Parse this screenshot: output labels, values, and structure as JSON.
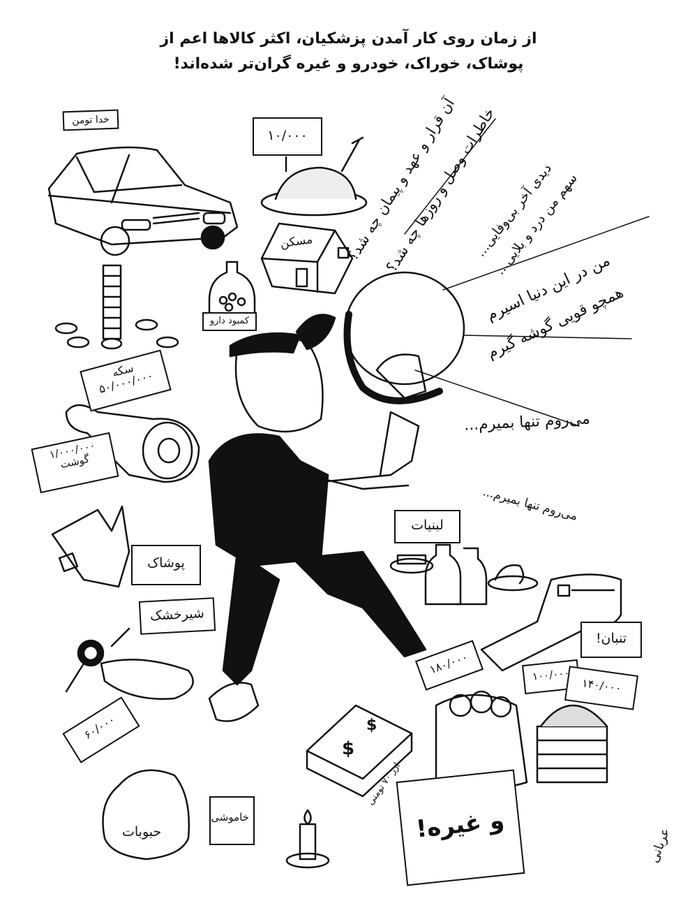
{
  "headline": {
    "line1": "از زمان روی کار آمدن پزشکیان، اکثر کالاها اعم از",
    "line2": "پوشاک، خوراک، خودرو و غیره گران‌تر شده‌اند!"
  },
  "signs": {
    "car": "خدا تومن",
    "chicken": "۱۰/۰۰۰",
    "house": "مسکن",
    "medicine": "کمبود دارو",
    "coin_name": "سکه",
    "coin_price": "۵۰/۰۰۰/۰۰۰",
    "meat_price": "۱/۰۰۰/۰۰۰",
    "meat_name": "گوشت",
    "clothing": "پوشاک",
    "milk_powder": "شیرخشک",
    "grain_price": "۶۰/۰۰۰",
    "dairy": "لبنیات",
    "pants": "تنبان!",
    "fruit_price": "۱۸۰/۰۰۰",
    "price_100": "۱۰۰/۰۰۰",
    "price_140": "۱۴۰/۰۰۰",
    "currency": "ارز ۷۰ تومنی",
    "legumes": "حبوبات",
    "blackout": "خاموشی",
    "etc": "و غیره!"
  },
  "lyrics": {
    "l1": "آن قرار و عهد و پیمان چه شد؟",
    "l2": "خاطرات وصل و روزها چه شد؟",
    "l3": "دیدی آخر بی‌وفایی...",
    "l4": "سهم من درد و بلایی...",
    "l5": "من در این دنیا اسیرم",
    "l6": "همچو قویی گوشه گیرم",
    "l7": "می‌روم تنها بمیرم...",
    "l8": "می‌روم تنها بمیرم..."
  },
  "signature": "عربانی"
}
